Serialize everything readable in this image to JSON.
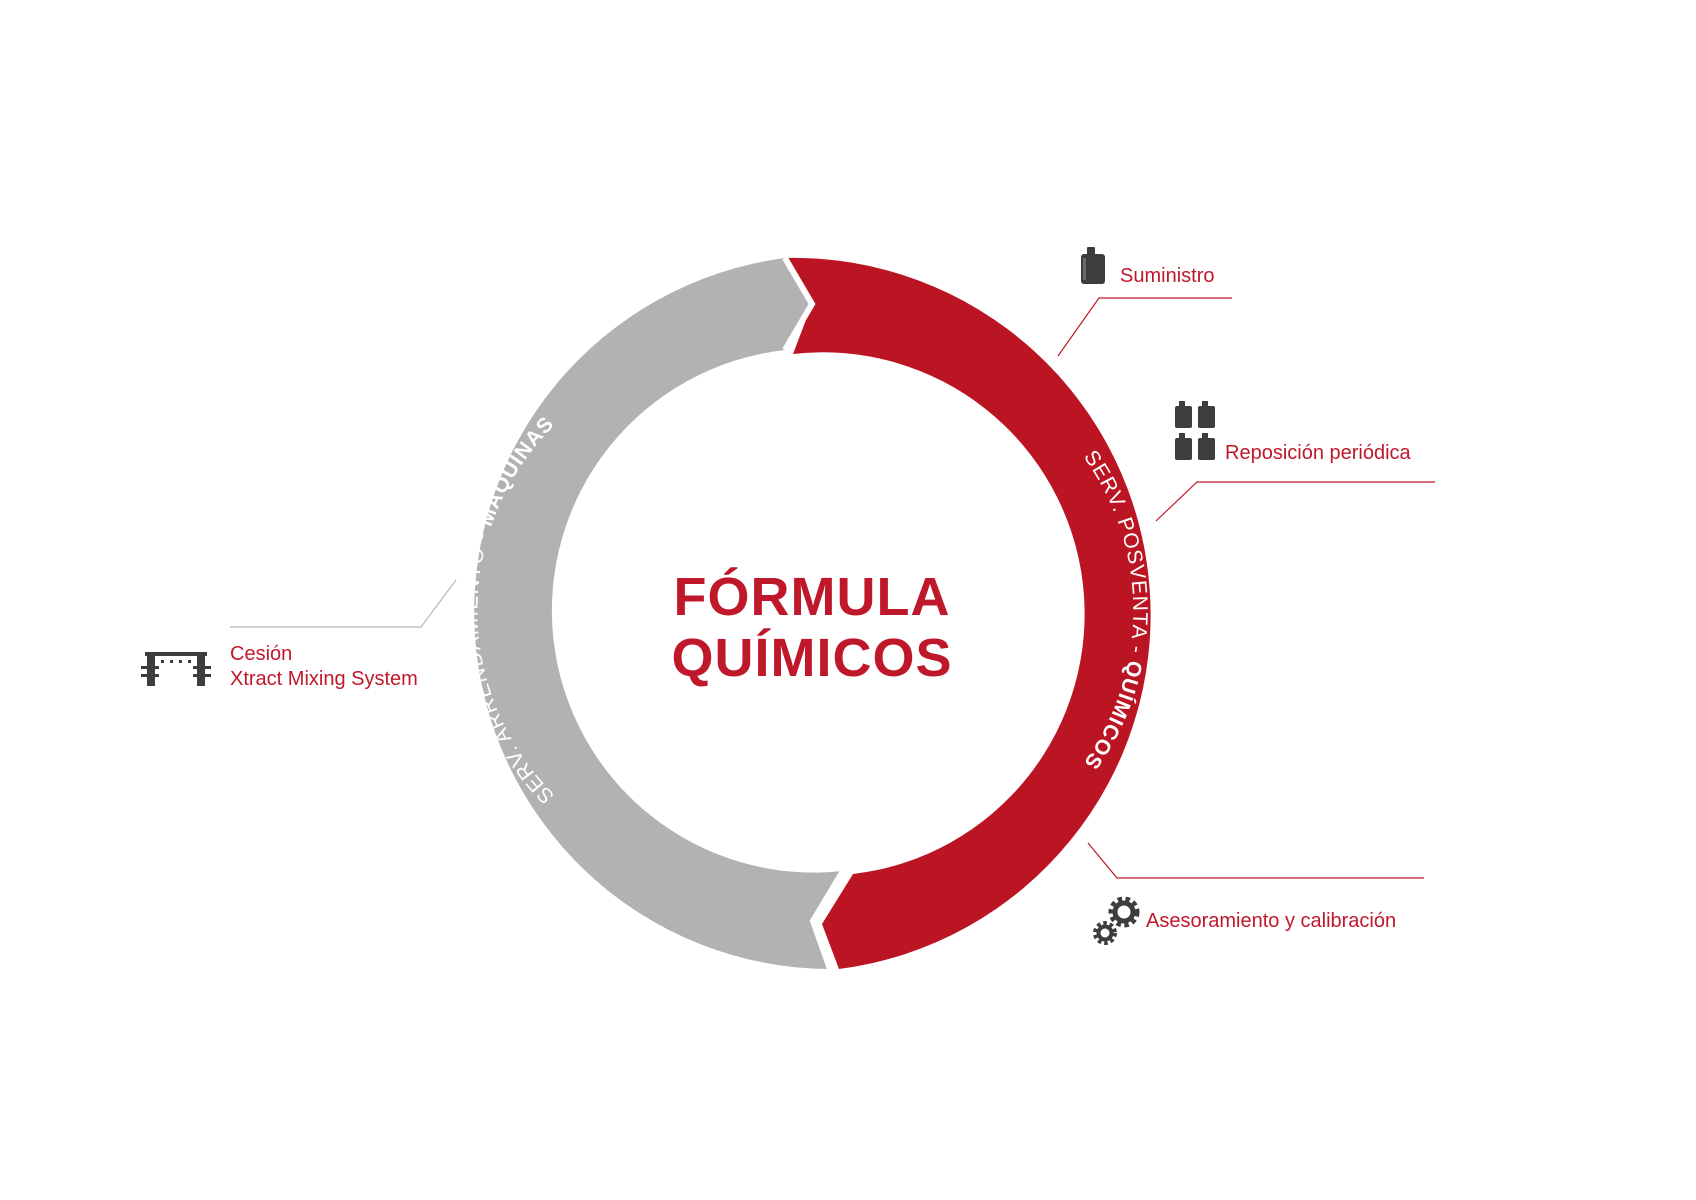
{
  "center": {
    "line1": "FÓRMULA",
    "line2": "QUÍMICOS"
  },
  "ring": {
    "left_label_prefix": "SERV. ARRENDAMIENTO - ",
    "left_label_bold": "MÁQUINAS",
    "right_label_prefix": "SERV. POSVENTA - ",
    "right_label_bold": "QUÍMICOS"
  },
  "callouts": {
    "suministro": "Suministro",
    "reposicion": "Reposición periódica",
    "asesoramiento": "Asesoramiento y calibración",
    "cesion_line1": "Cesión",
    "cesion_line2": "Xtract Mixing System"
  },
  "colors": {
    "accent": "#c0182b",
    "ring_red": "#bb1524",
    "ring_gray": "#b2b2b2",
    "line_gray": "#b7b7b7",
    "icon": "#3d3d3d"
  },
  "icons": [
    "canister-icon",
    "canisters-icon",
    "gears-icon",
    "mixing-system-icon"
  ]
}
